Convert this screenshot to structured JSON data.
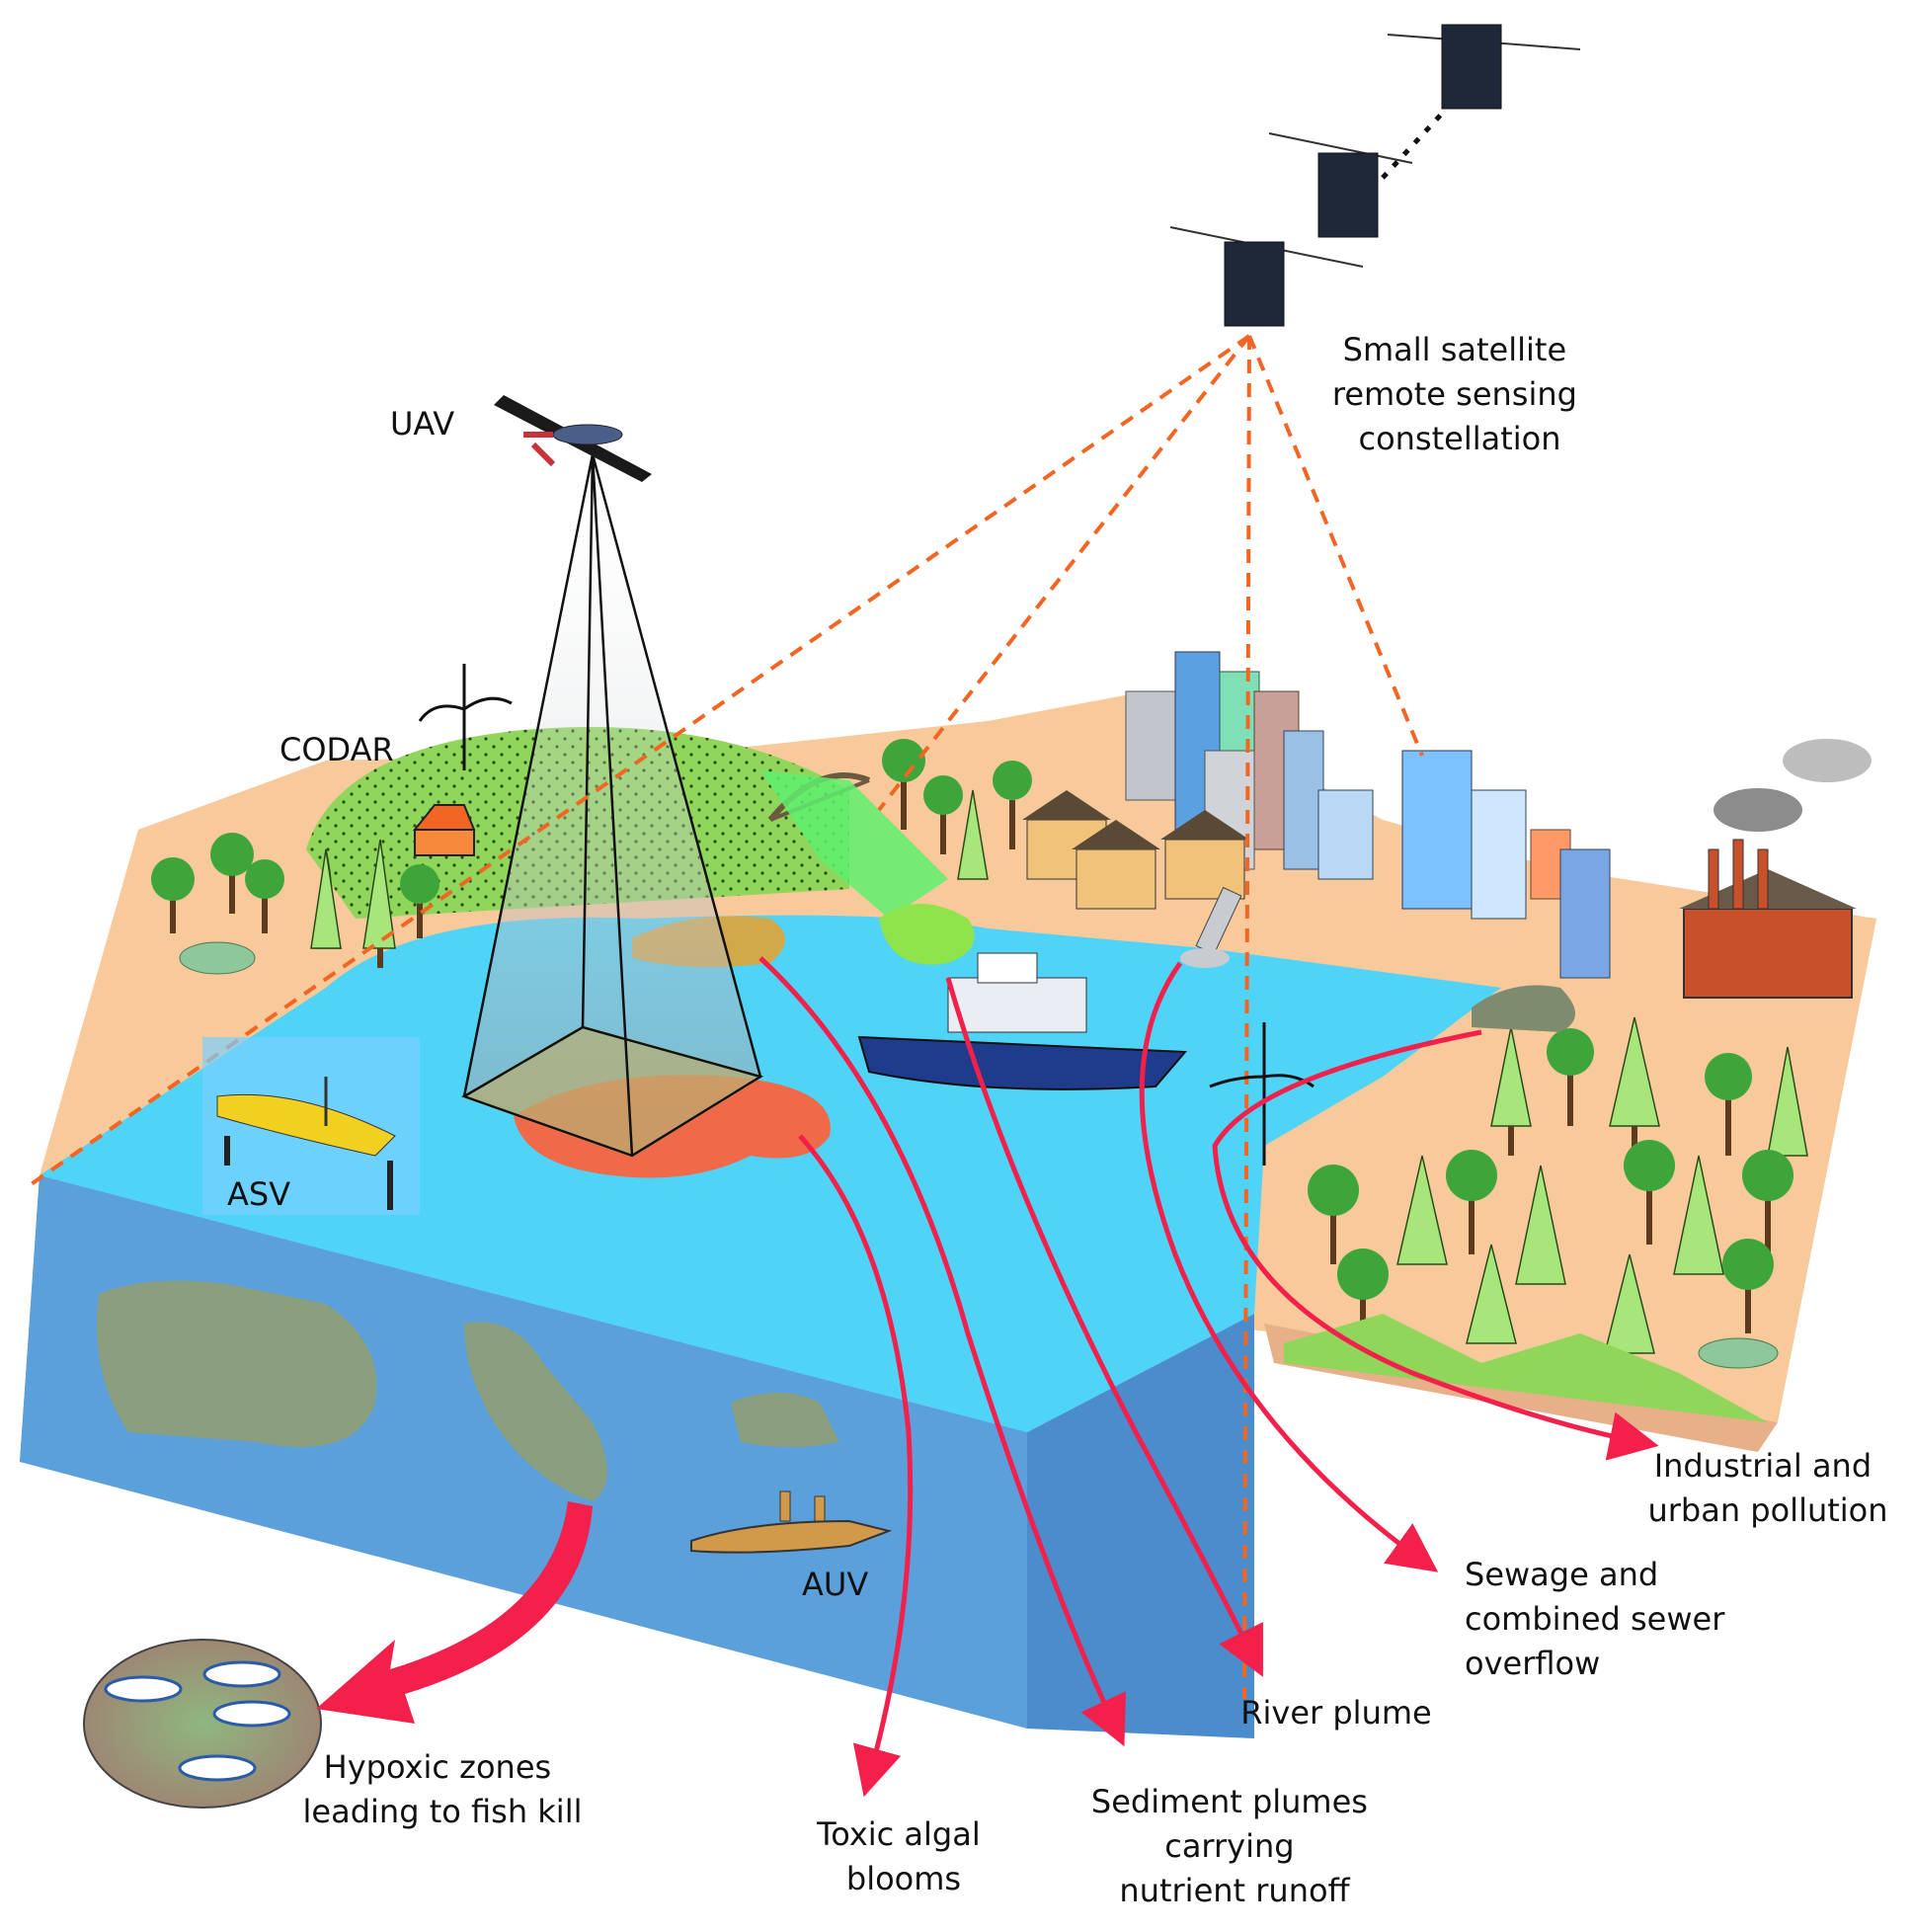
{
  "labels": {
    "uav": "UAV",
    "codar": "CODAR",
    "asv": "ASV",
    "auv": "AUV",
    "satellite": [
      "Small satellite",
      "remote sensing",
      "constellation"
    ],
    "industrial": [
      "Industrial and",
      "urban pollution"
    ],
    "sewage": [
      "Sewage and",
      "combined sewer",
      "overflow"
    ],
    "river": [
      "River plume"
    ],
    "sediment": [
      "Sediment plumes",
      "carrying",
      "nutrient runoff"
    ],
    "algal": [
      "Toxic algal",
      "blooms"
    ],
    "hypoxic": [
      "Hypoxic zones",
      "leading to fish kill"
    ]
  },
  "colors": {
    "water_surface": "#4fd3f7",
    "water_body": "#5b9fdb",
    "land": "#f8c99a",
    "grass": "#8fd65a",
    "arrow_red": "#f2204a",
    "signal_orange": "#f26522",
    "hypoxic_zone": "#8a9f7e",
    "algal_bloom": "#f06a4a"
  },
  "icons": {
    "satellite": "satellite-icon",
    "uav": "uav-icon",
    "asv": "asv-boat-icon",
    "auv": "auv-submarine-icon",
    "ship": "research-ship-icon",
    "wind_turbine": "wind-turbine-icon",
    "factory": "factory-icon",
    "tree": "tree-icon",
    "fish": "fish-icon"
  }
}
